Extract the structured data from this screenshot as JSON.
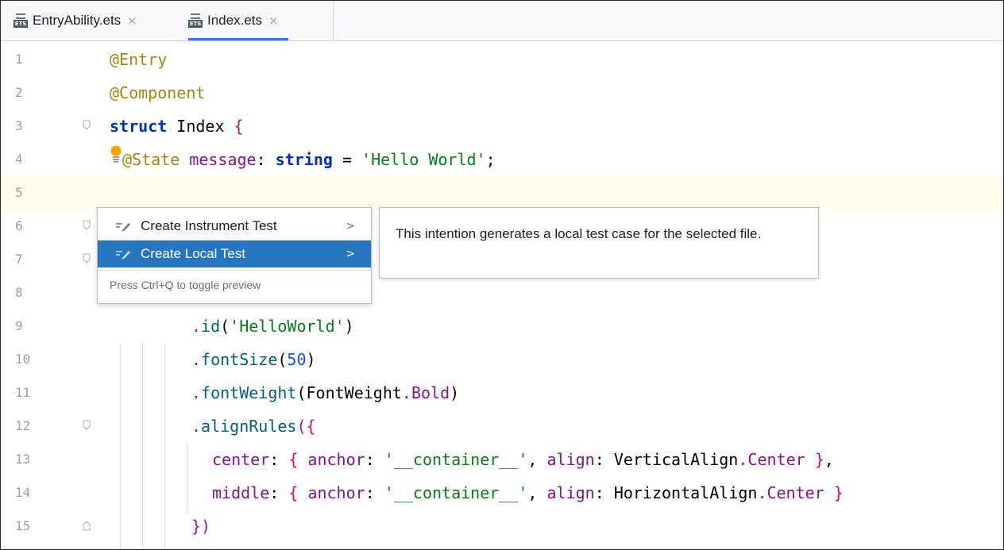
{
  "tabs": [
    {
      "label": "EntryAbility.ets",
      "close": "×",
      "icon": "ets-file-icon",
      "active": false
    },
    {
      "label": "Index.ets",
      "close": "×",
      "icon": "ets-file-icon",
      "active": true
    }
  ],
  "editor": {
    "current_line": 5,
    "lines": [
      {
        "no": "1"
      },
      {
        "no": "2"
      },
      {
        "no": "3"
      },
      {
        "no": "4"
      },
      {
        "no": "5"
      },
      {
        "no": "6"
      },
      {
        "no": "7"
      },
      {
        "no": "8"
      },
      {
        "no": "9"
      },
      {
        "no": "10"
      },
      {
        "no": "11"
      },
      {
        "no": "12"
      },
      {
        "no": "13"
      },
      {
        "no": "14"
      },
      {
        "no": "15"
      }
    ],
    "tokens": {
      "l1": "@Entry",
      "l2": "@Component",
      "l3_kw": "struct",
      "l3_name": " Index ",
      "l3_brace": "{",
      "l4_ann": "@State",
      "l4_prop": " message",
      "l4_colon": ": ",
      "l4_type": "string",
      "l4_eq": " = ",
      "l4_str": "'Hello World'",
      "l4_end": ";",
      "l9_fn": ".id",
      "l9_open": "(",
      "l9_str": "'HelloWorld'",
      "l9_close": ")",
      "l10_fn": ".fontSize",
      "l10_open": "(",
      "l10_num": "50",
      "l10_close": ")",
      "l11_fn": ".fontWeight",
      "l11_open": "(",
      "l11_cls": "FontWeight",
      "l11_member": ".Bold",
      "l11_close": ")",
      "l12_fn": ".alignRules",
      "l12_open": "({",
      "l13_key": "center",
      "l13_colon": ": ",
      "l13_ob": "{",
      "l13_k2": " anchor",
      "l13_c2": ": ",
      "l13_str": "'__container__'",
      "l13_comma": ", ",
      "l13_k3": "align",
      "l13_c3": ": ",
      "l13_cls": "VerticalAlign",
      "l13_member": ".Center",
      "l13_cb": " }",
      "l13_end": ",",
      "l14_key": "middle",
      "l14_colon": ": ",
      "l14_ob": "{",
      "l14_k2": " anchor",
      "l14_c2": ": ",
      "l14_str": "'__container__'",
      "l14_comma": ", ",
      "l14_k3": "align",
      "l14_c3": ": ",
      "l14_cls": "HorizontalAlign",
      "l14_member": ".Center",
      "l14_cb": " }",
      "l15": "})"
    }
  },
  "intention_popup": {
    "items": [
      {
        "label": "Create Instrument Test",
        "chevron": ">",
        "selected": false
      },
      {
        "label": "Create Local Test",
        "chevron": ">",
        "selected": true
      }
    ],
    "hint": "Press Ctrl+Q to toggle preview"
  },
  "preview": {
    "text": "This intention generates a local test case for the selected file."
  },
  "colors": {
    "selection": "#2675bf",
    "current_line": "#fdfbe9",
    "active_tab_underline": "#3574f0",
    "bulb": "#f2a20c"
  }
}
